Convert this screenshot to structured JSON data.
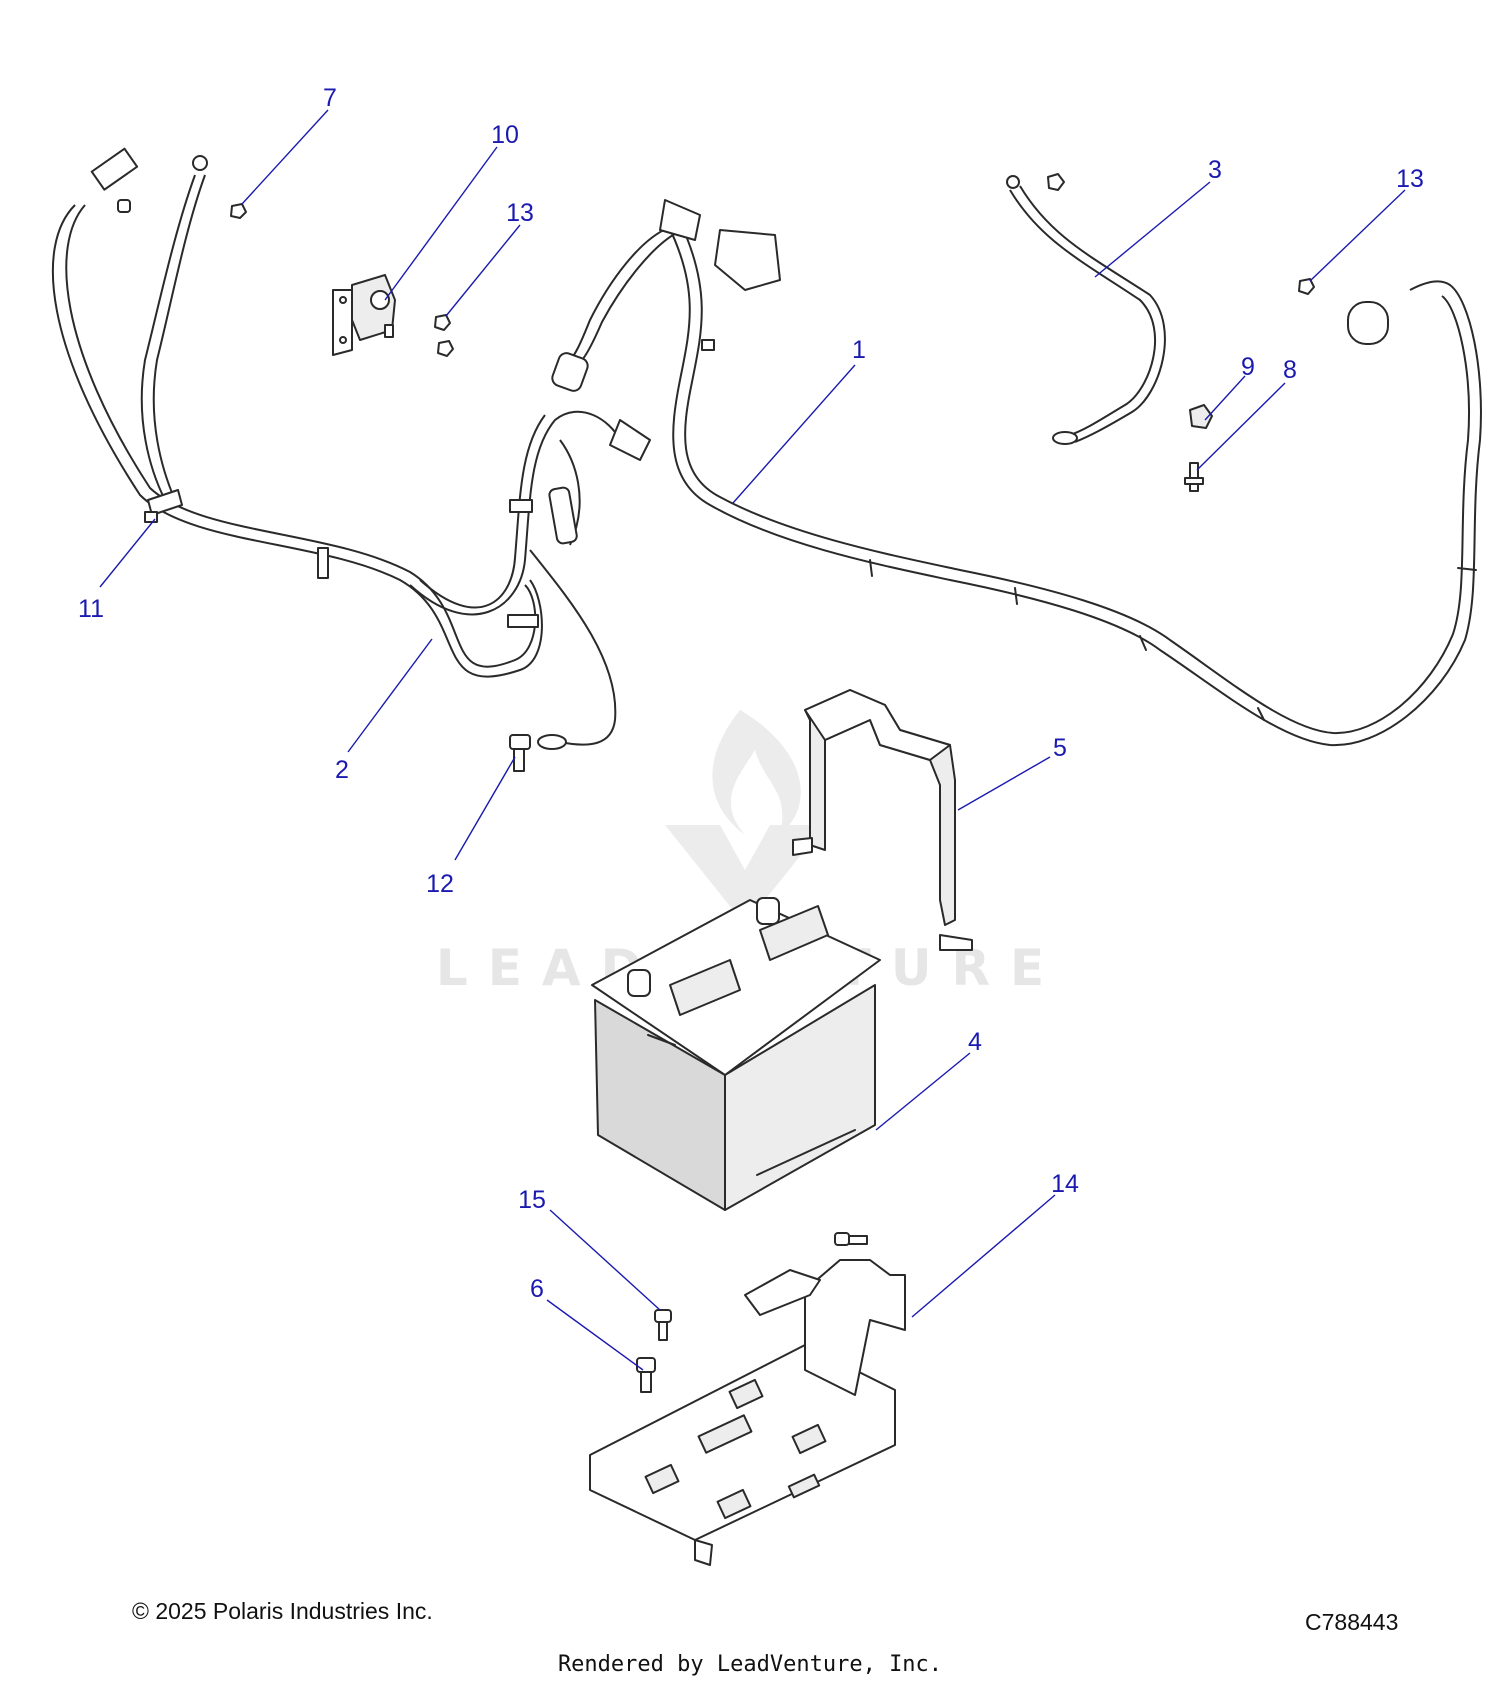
{
  "watermark": {
    "text": "LEADVENTURE"
  },
  "callouts": [
    {
      "id": "c1",
      "label": "1"
    },
    {
      "id": "c2",
      "label": "2"
    },
    {
      "id": "c3",
      "label": "3"
    },
    {
      "id": "c4",
      "label": "4"
    },
    {
      "id": "c5",
      "label": "5"
    },
    {
      "id": "c6",
      "label": "6"
    },
    {
      "id": "c7",
      "label": "7"
    },
    {
      "id": "c8",
      "label": "8"
    },
    {
      "id": "c9",
      "label": "9"
    },
    {
      "id": "c10",
      "label": "10"
    },
    {
      "id": "c11",
      "label": "11"
    },
    {
      "id": "c12",
      "label": "12"
    },
    {
      "id": "c13a",
      "label": "13"
    },
    {
      "id": "c13b",
      "label": "13"
    },
    {
      "id": "c14",
      "label": "14"
    },
    {
      "id": "c15",
      "label": "15"
    }
  ],
  "footer": {
    "copyright": "© 2025 Polaris Industries Inc.",
    "diagram_id": "C788443",
    "rendered_by": "Rendered by LeadVenture, Inc."
  },
  "colors": {
    "callout": "#1a1ab0",
    "line": "#2a2a2a",
    "watermark": "#e6e6e6"
  }
}
